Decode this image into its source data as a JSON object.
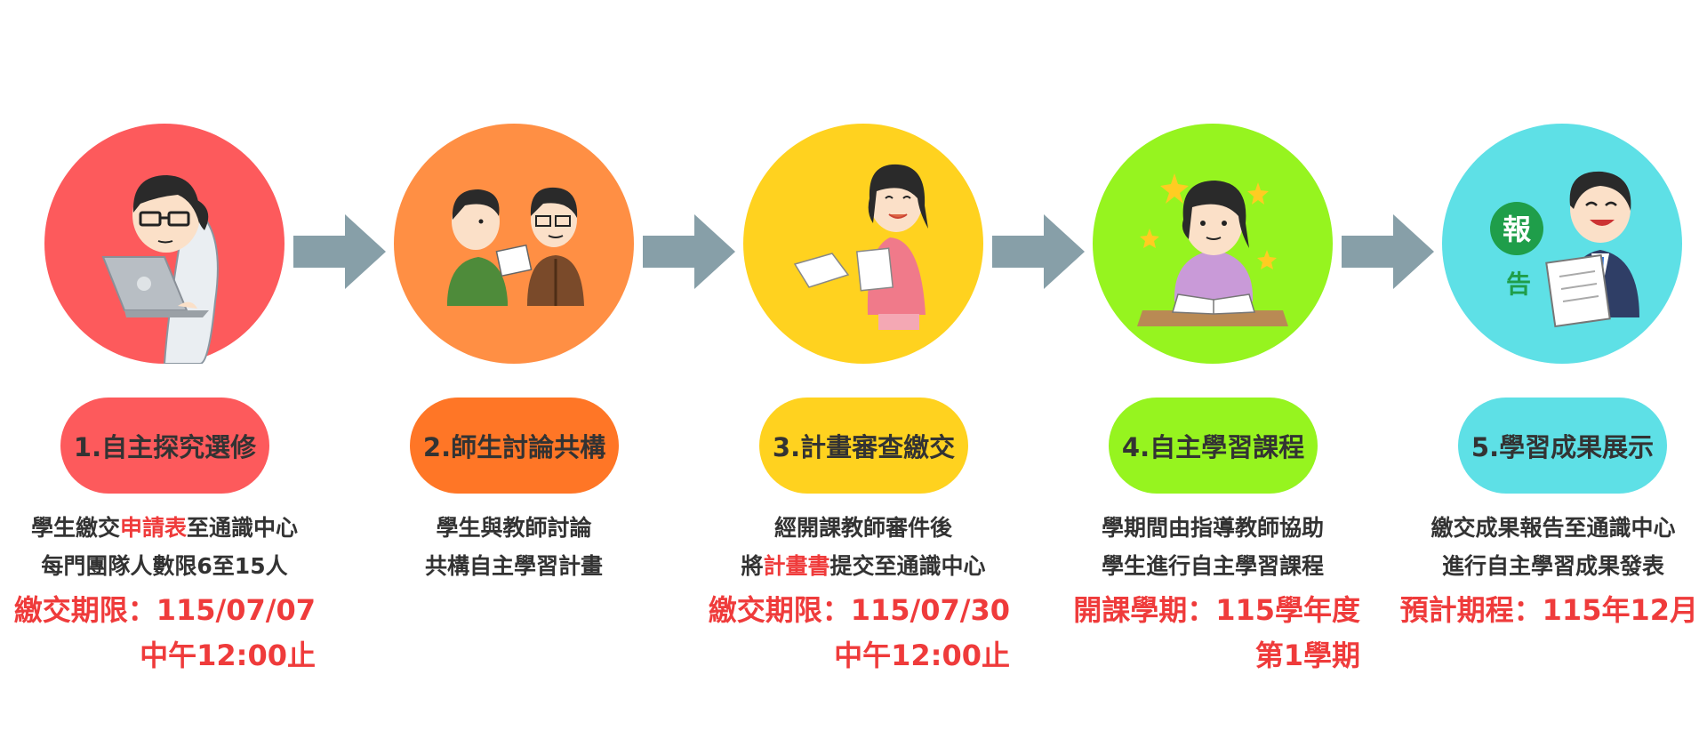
{
  "colors": {
    "step1": "#fd5a5c",
    "step2": "#ff8f44",
    "step3": "#ffd21f",
    "step4": "#96f41f",
    "step5": "#5ee0e6",
    "pill2": "#ff7626",
    "arrow": "#879fa8",
    "text": "#333333",
    "highlight": "#ef3b3b"
  },
  "steps": [
    {
      "title": "1.自主探究選修",
      "icon": "student-laptop-icon",
      "desc_line1_pre": "學生繳交",
      "desc_line1_hl": "申請表",
      "desc_line1_post": "至通識中心",
      "desc_line2": "每門團隊人數限6至15人",
      "deadline_line1": "繳交期限：115/07/07",
      "deadline_line2": "中午12:00止"
    },
    {
      "title": "2.師生討論共構",
      "icon": "teacher-student-discussion-icon",
      "desc_line1": "學生與教師討論",
      "desc_line2": "共構自主學習計畫"
    },
    {
      "title": "3.計畫審查繳交",
      "icon": "submit-papers-icon",
      "desc_line1": "經開課教師審件後",
      "desc_line2_pre": "將",
      "desc_line2_hl": "計畫書",
      "desc_line2_post": "提交至通識中心",
      "deadline_line1": "繳交期限：115/07/30",
      "deadline_line2": "中午12:00止"
    },
    {
      "title": "4.自主學習課程",
      "icon": "studying-student-icon",
      "desc_line1": "學期間由指導教師協助",
      "desc_line2": "學生進行自主學習課程",
      "deadline_line1": "開課學期：115學年度",
      "deadline_line2": "第1學期"
    },
    {
      "title": "5.學習成果展示",
      "icon": "report-presentation-icon",
      "badge_top": "報",
      "badge_bottom": "告",
      "desc_line1": "繳交成果報告至通識中心",
      "desc_line2": "進行自主學習成果發表",
      "deadline_line1": "預計期程：115年12月"
    }
  ]
}
